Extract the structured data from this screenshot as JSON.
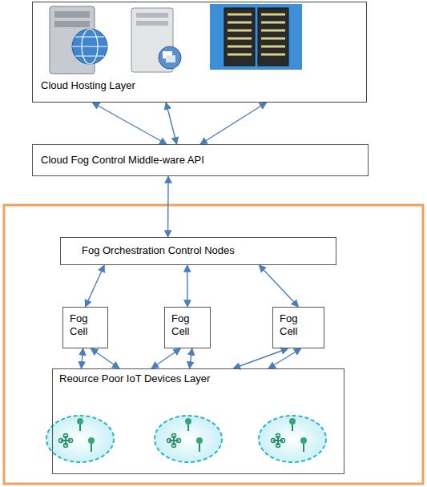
{
  "diagram": {
    "nodes": [
      {
        "text": [
          "Cloud Hosting Layer"
        ]
      },
      {
        "text": [
          "Cloud Fog Control Middle-ware API"
        ]
      },
      {
        "text": [
          "Fog Orchestration Control Nodes"
        ]
      },
      {
        "text": [
          "Fog Cell"
        ]
      },
      {
        "text": [
          "Fog Cell"
        ]
      },
      {
        "text": [
          "Fog Cell"
        ]
      },
      {
        "text": [
          "Reource Poor IoT Devices Layer"
        ]
      }
    ],
    "edges": [
      {
        "from": 0,
        "to": 1,
        "arrow": "both"
      },
      {
        "from": 0,
        "to": 1,
        "arrow": "both"
      },
      {
        "from": 0,
        "to": 1,
        "arrow": "both"
      },
      {
        "from": 1,
        "to": 2,
        "arrow": "both"
      },
      {
        "from": 2,
        "to": 3,
        "arrow": "both"
      },
      {
        "from": 2,
        "to": 4,
        "arrow": "both"
      },
      {
        "from": 2,
        "to": 5,
        "arrow": "both"
      },
      {
        "from": 3,
        "to": 6,
        "arrow": "both"
      },
      {
        "from": 3,
        "to": 6,
        "arrow": "both"
      },
      {
        "from": 4,
        "to": 6,
        "arrow": "both"
      },
      {
        "from": 4,
        "to": 6,
        "arrow": "both"
      },
      {
        "from": 5,
        "to": 6,
        "arrow": "both"
      },
      {
        "from": 5,
        "to": 6,
        "arrow": "both"
      }
    ]
  }
}
